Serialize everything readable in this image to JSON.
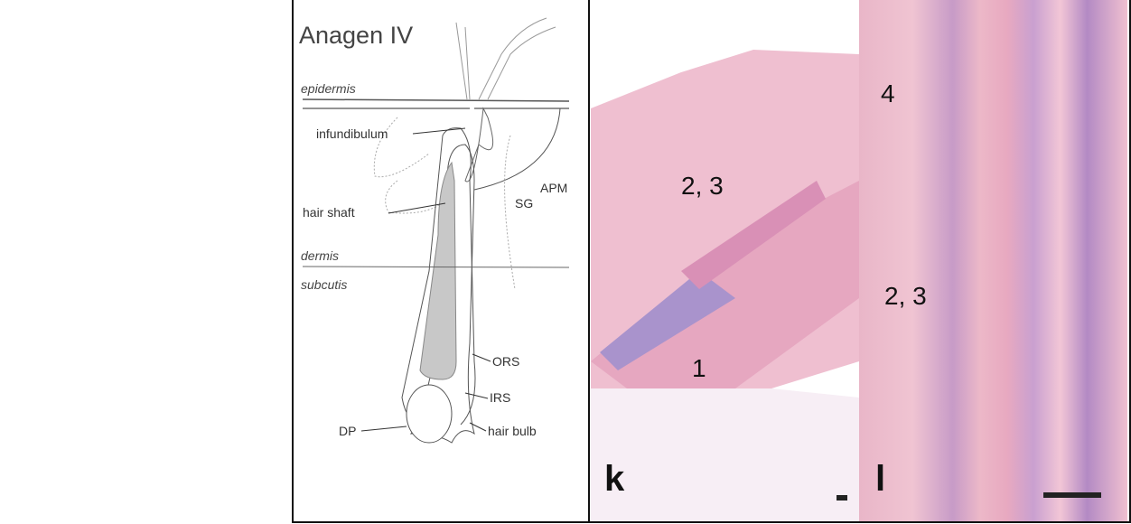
{
  "diagram": {
    "title": "Anagen IV",
    "layers": {
      "epidermis": "epidermis",
      "dermis": "dermis",
      "subcutis": "subcutis"
    },
    "labels": {
      "infundibulum": "infundibulum",
      "hair_shaft": "hair shaft",
      "sg": "SG",
      "apm": "APM",
      "ors": "ORS",
      "irs": "IRS",
      "dp": "DP",
      "hair_bulb": "hair bulb"
    }
  },
  "panels": {
    "k": {
      "letter": "k",
      "annotations": [
        "2, 3",
        "1"
      ]
    },
    "l": {
      "letter": "l",
      "annotations": [
        "4",
        "2, 3"
      ]
    }
  }
}
